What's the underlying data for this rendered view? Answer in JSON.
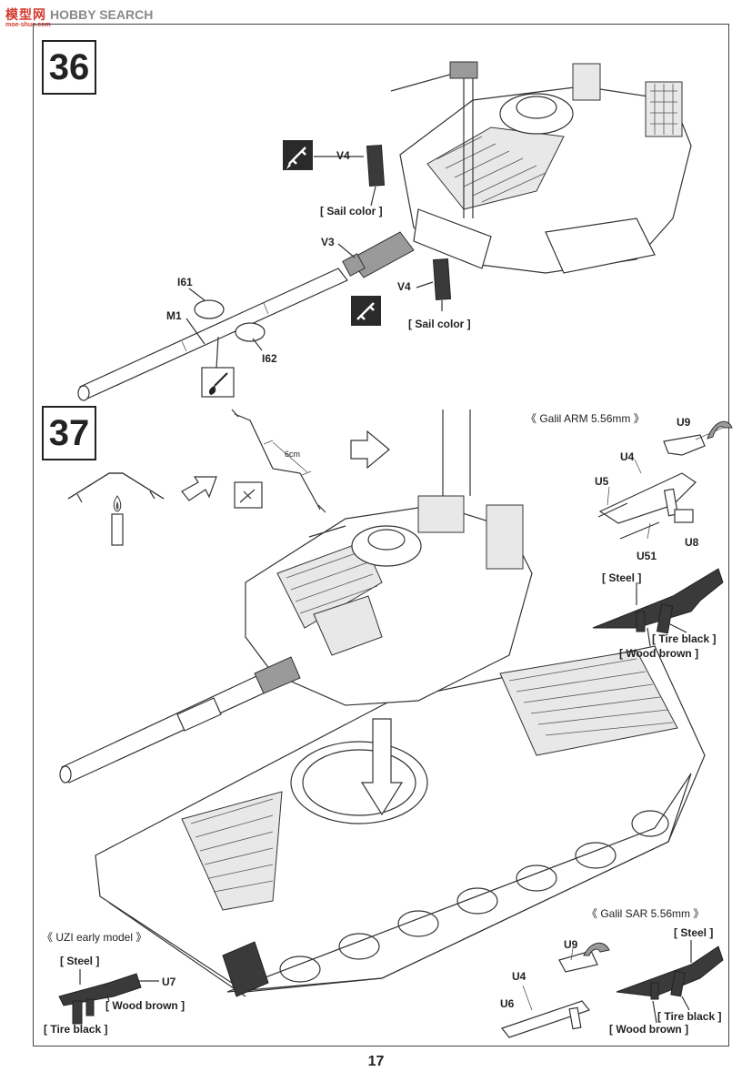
{
  "watermark": {
    "logo": "模型网",
    "brand": "HOBBY SEARCH",
    "url": "moe-shuo.com"
  },
  "page_number": "17",
  "step36": {
    "number": "36",
    "parts": {
      "v4_top": "V4",
      "v3": "V3",
      "v4_bottom": "V4",
      "i61": "I61",
      "m1": "M1",
      "i62": "I62"
    },
    "colors": {
      "sail_top": "[ Sail color ]",
      "sail_bottom": "[ Sail color ]"
    },
    "icons": [
      "glue-cement-icon",
      "glue-cement-icon",
      "paint-brush-icon"
    ]
  },
  "step37": {
    "number": "37",
    "measure": "6cm",
    "galil_arm": {
      "title": "《  Galil ARM 5.56mm  》",
      "parts": {
        "u9": "U9",
        "u4": "U4",
        "u5": "U5",
        "u51": "U51",
        "u8": "U8"
      },
      "colors": {
        "steel": "[ Steel ]",
        "tire": "[ Tire black ]",
        "wood": "[ Wood brown ]"
      }
    },
    "uzi": {
      "title": "《 UZI  early model 》",
      "parts": {
        "u7": "U7"
      },
      "colors": {
        "steel": "[ Steel ]",
        "wood": "[ Wood brown ]",
        "tire": "[ Tire black ]"
      }
    },
    "galil_sar": {
      "title": "《  Galil SAR 5.56mm  》",
      "parts": {
        "u9": "U9",
        "u4": "U4",
        "u6": "U6"
      },
      "colors": {
        "steel": "[ Steel ]",
        "tire": "[ Tire black ]",
        "wood": "[ Wood brown ]"
      }
    }
  }
}
